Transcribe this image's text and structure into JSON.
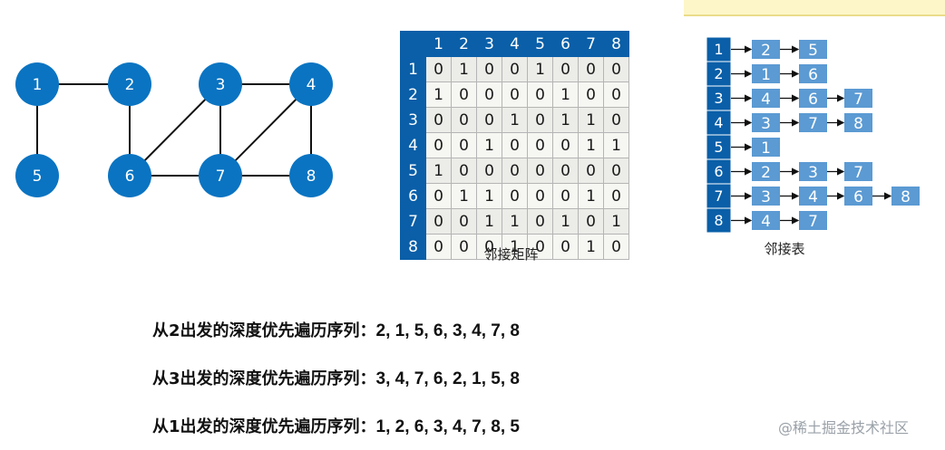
{
  "graph": {
    "nodes": [
      {
        "id": "1",
        "label": "1"
      },
      {
        "id": "2",
        "label": "2"
      },
      {
        "id": "3",
        "label": "3"
      },
      {
        "id": "4",
        "label": "4"
      },
      {
        "id": "5",
        "label": "5"
      },
      {
        "id": "6",
        "label": "6"
      },
      {
        "id": "7",
        "label": "7"
      },
      {
        "id": "8",
        "label": "8"
      }
    ],
    "edges": [
      [
        "1",
        "2"
      ],
      [
        "1",
        "5"
      ],
      [
        "2",
        "6"
      ],
      [
        "6",
        "3"
      ],
      [
        "6",
        "7"
      ],
      [
        "3",
        "7"
      ],
      [
        "3",
        "4"
      ],
      [
        "7",
        "4"
      ],
      [
        "7",
        "8"
      ],
      [
        "4",
        "8"
      ]
    ],
    "node_color": "#0a74c2"
  },
  "matrix": {
    "headers": [
      "1",
      "2",
      "3",
      "4",
      "5",
      "6",
      "7",
      "8"
    ],
    "rows": [
      [
        "0",
        "1",
        "0",
        "0",
        "1",
        "0",
        "0",
        "0"
      ],
      [
        "1",
        "0",
        "0",
        "0",
        "0",
        "1",
        "0",
        "0"
      ],
      [
        "0",
        "0",
        "0",
        "1",
        "0",
        "1",
        "1",
        "0"
      ],
      [
        "0",
        "0",
        "1",
        "0",
        "0",
        "0",
        "1",
        "1"
      ],
      [
        "1",
        "0",
        "0",
        "0",
        "0",
        "0",
        "0",
        "0"
      ],
      [
        "0",
        "1",
        "1",
        "0",
        "0",
        "0",
        "1",
        "0"
      ],
      [
        "0",
        "0",
        "1",
        "1",
        "0",
        "1",
        "0",
        "1"
      ],
      [
        "0",
        "0",
        "0",
        "1",
        "0",
        "0",
        "1",
        "0"
      ]
    ],
    "caption": "邻接矩阵"
  },
  "adjacency_list": {
    "vertices": [
      "1",
      "2",
      "3",
      "4",
      "5",
      "6",
      "7",
      "8"
    ],
    "lists": [
      [
        "2",
        "5"
      ],
      [
        "1",
        "6"
      ],
      [
        "4",
        "6",
        "7"
      ],
      [
        "3",
        "7",
        "8"
      ],
      [
        "1"
      ],
      [
        "2",
        "3",
        "7"
      ],
      [
        "3",
        "4",
        "6",
        "8"
      ],
      [
        "4",
        "7"
      ]
    ],
    "caption": "邻接表"
  },
  "traversals": [
    {
      "label": "从2出发的深度优先遍历序列：",
      "sequence": "2, 1, 5, 6, 3, 4, 7, 8"
    },
    {
      "label": "从3出发的深度优先遍历序列：",
      "sequence": "3, 4, 7, 6, 2, 1, 5, 8"
    },
    {
      "label": "从1出发的深度优先遍历序列：",
      "sequence": "1, 2, 6, 3, 4, 7, 8, 5"
    }
  ],
  "watermark": "@稀土掘金技术社区"
}
